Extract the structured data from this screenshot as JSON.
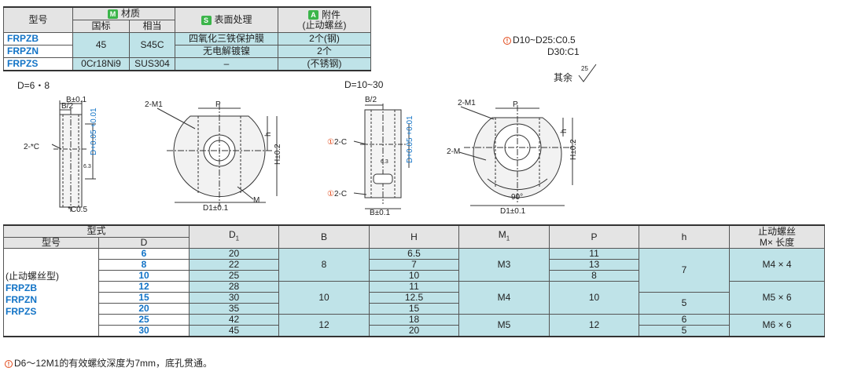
{
  "material_table": {
    "header": {
      "model": "型号",
      "material_tag": "M",
      "material": "材质",
      "standard": "国标",
      "equivalent": "相当",
      "surface_tag": "S",
      "surface": "表面处理",
      "accessory_tag": "A",
      "accessory_line1": "附件",
      "accessory_line2": "(止动螺丝)"
    },
    "rows": [
      {
        "model": "FRPZB",
        "surface": "四氧化三铁保护膜",
        "accessory": "2个(钢)"
      },
      {
        "model": "FRPZN",
        "surface": "无电解镀镍",
        "accessory": "2个"
      },
      {
        "model": "FRPZS",
        "standard": "0Cr18Ni9",
        "equivalent": "SUS304",
        "surface": "–",
        "accessory": "(不锈钢)"
      }
    ],
    "merged_standard": "45",
    "merged_equivalent": "S45C"
  },
  "chamfer_note": {
    "line1": "D10~D25:C0.5",
    "line2": "D30:C1",
    "roughness_label": "其余",
    "roughness_value": "25"
  },
  "drawing_small": {
    "title": "D=6・8",
    "b_tol": "B±0.1",
    "b_half": "B/2",
    "chamfer": "2-*C",
    "d_tol": "D+0.05 +0.01",
    "c05": "*C0.5",
    "ra": "6.3",
    "m1": "2-M1",
    "p": "P",
    "h": "h",
    "h_tol": "H±0.2",
    "d1": "D1±0.1",
    "m": "M"
  },
  "drawing_large": {
    "title": "D=10~30",
    "b_half": "B/2",
    "chamfer": "2-C",
    "d_tol": "D+0.05 +0.01",
    "b_tol": "B±0.1",
    "ra": "6.3",
    "m1": "2-M1",
    "p": "P",
    "h": "h",
    "h_tol": "H±0.2",
    "m": "2-M",
    "angle": "90°",
    "d1": "D1±0.1"
  },
  "spec_table": {
    "header": {
      "type": "型式",
      "model": "型号",
      "d": "D",
      "d1": "D",
      "d1_sub": "1",
      "b": "B",
      "h": "H",
      "m1": "M",
      "m1_sub": "1",
      "p": "P",
      "hh": "h",
      "screw_line1": "止动螺丝",
      "screw_line2": "M× 长度"
    },
    "type_label": "(止动螺丝型)",
    "models": [
      "FRPZB",
      "FRPZN",
      "FRPZS"
    ],
    "rows": [
      {
        "d": "6",
        "d1": "20",
        "h": "6.5",
        "p": "11"
      },
      {
        "d": "8",
        "d1": "22",
        "h": "7",
        "p": "13"
      },
      {
        "d": "10",
        "d1": "25",
        "h": "10",
        "p": "8"
      },
      {
        "d": "12",
        "d1": "28",
        "h": "11"
      },
      {
        "d": "15",
        "d1": "30",
        "h": "12.5"
      },
      {
        "d": "20",
        "d1": "35",
        "h": "15"
      },
      {
        "d": "25",
        "d1": "42",
        "h": "18",
        "hh": "6"
      },
      {
        "d": "30",
        "d1": "45",
        "h": "20",
        "hh": "5"
      }
    ],
    "merged": {
      "b_8": "8",
      "b_10": "10",
      "b_12": "12",
      "m1_m3": "M3",
      "m1_m4": "M4",
      "m1_m5": "M5",
      "p_10": "10",
      "p_12": "12",
      "hh_7": "7",
      "hh_5": "5",
      "screw_m4": "M4 × 4",
      "screw_m5": "M5 × 6",
      "screw_m6": "M6 × 6"
    }
  },
  "footnote": "D6～12M1的有效螺纹深度为7mm，底孔贯通。"
}
